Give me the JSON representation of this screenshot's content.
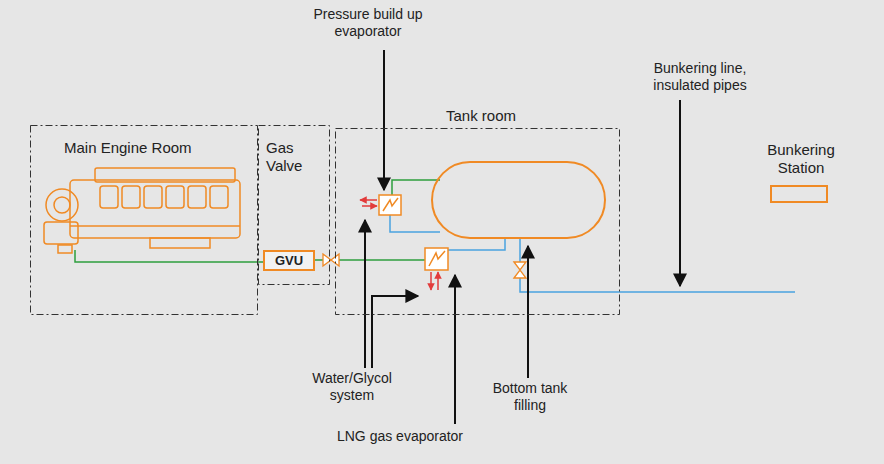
{
  "diagram": {
    "nodes": [
      {
        "text": [
          "Main Engine Room"
        ]
      },
      {
        "text": [
          "Gas Valve"
        ]
      },
      {
        "text": [
          "GVU"
        ],
        "in": 1
      },
      {
        "text": [
          "Tank room"
        ]
      },
      {
        "text": [
          "Bunkering Station"
        ]
      }
    ],
    "labels": [
      "Pressure build up evaporator",
      "Bunkering line, insulated pipes",
      "Water/Glycol system",
      "Bottom tank filling",
      "LNG gas evaporator"
    ]
  }
}
